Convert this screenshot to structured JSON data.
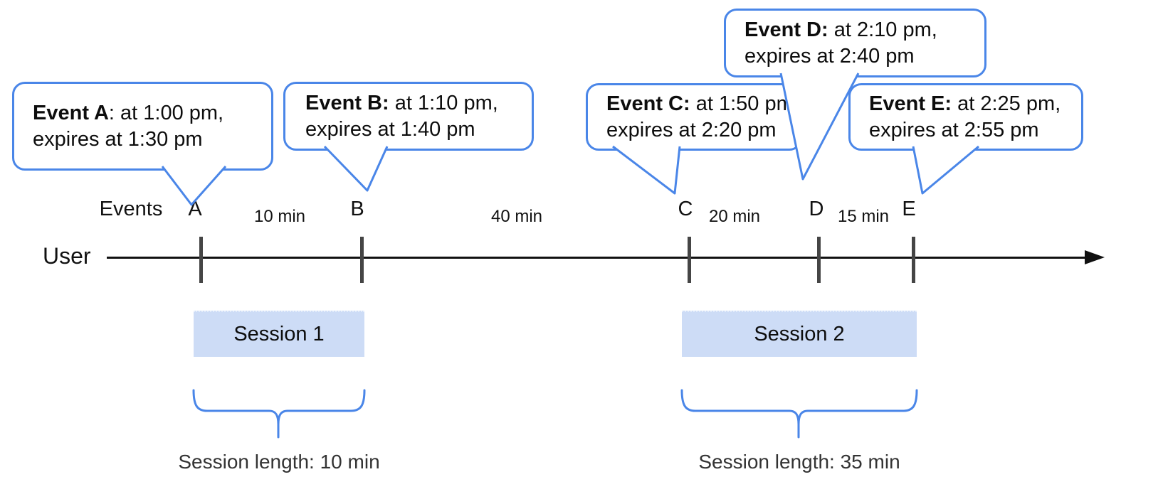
{
  "bubbles": [
    {
      "id": "A",
      "bold": "Event A",
      "rest": ": at 1:00 pm,",
      "line2": "expires at 1:30 pm"
    },
    {
      "id": "B",
      "bold": "Event B:",
      "rest": " at 1:10 pm,",
      "line2": "expires at 1:40 pm"
    },
    {
      "id": "C",
      "bold": "Event C:",
      "rest": " at 1:50 pm,",
      "line2": "expires at 2:20 pm"
    },
    {
      "id": "D",
      "bold": "Event D:",
      "rest": " at 2:10 pm,",
      "line2": "expires at 2:40 pm"
    },
    {
      "id": "E",
      "bold": "Event E:",
      "rest": " at 2:25 pm,",
      "line2": "expires at 2:55 pm"
    }
  ],
  "timeline": {
    "events_label": "Events",
    "user_label": "User",
    "tick_labels": [
      "A",
      "B",
      "C",
      "D",
      "E"
    ],
    "interval_labels": [
      "10 min",
      "40 min",
      "20 min",
      "15 min"
    ]
  },
  "sessions": [
    {
      "label": "Session 1",
      "length_label": "Session length: 10 min"
    },
    {
      "label": "Session 2",
      "length_label": "Session length: 35 min"
    }
  ],
  "colors": {
    "accent_blue": "#4a86e8",
    "session_fill": "#cddcf6",
    "tick_gray": "#454545",
    "line_black": "#111111"
  }
}
